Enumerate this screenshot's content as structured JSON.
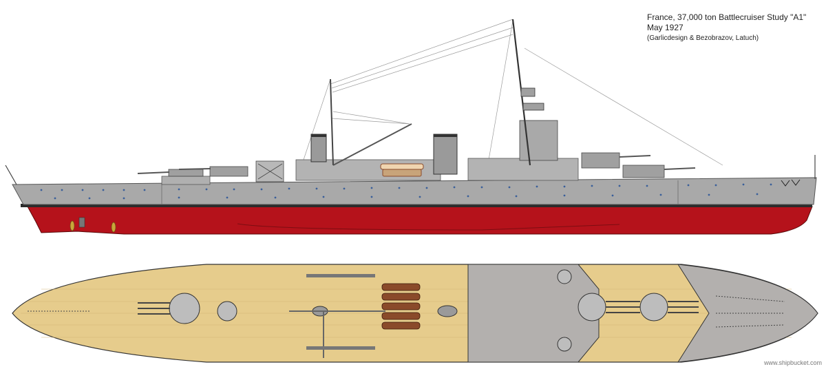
{
  "caption": {
    "title": "France, 37,000 ton Battlecruiser Study \"A1\"",
    "date": "May 1927",
    "credits": "(Garlicdesign & Bezobrazov, Latuch)"
  },
  "watermark": "www.shipbucket.com",
  "colors": {
    "hull_grey": "#a9a9a9",
    "hull_red": "#b5121b",
    "deck_wood": "#e6cc8c",
    "deck_grey": "#b3b0ae",
    "boat_brown": "#8a4a2a",
    "porthole": "#3a5f9a"
  },
  "views": [
    "side-profile",
    "top-plan"
  ]
}
